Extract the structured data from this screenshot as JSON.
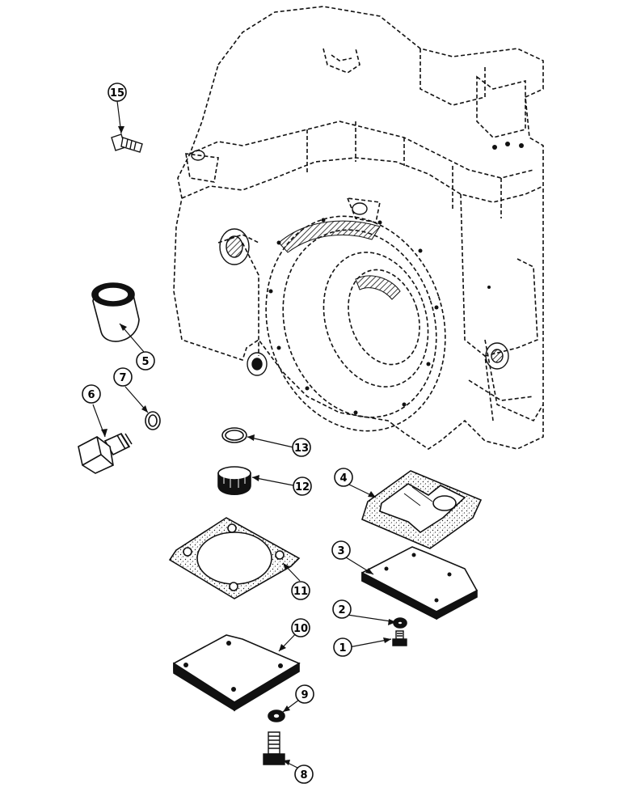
{
  "diagram": {
    "callouts": [
      {
        "id": "callout-1",
        "label": "1"
      },
      {
        "id": "callout-2",
        "label": "2"
      },
      {
        "id": "callout-3",
        "label": "3"
      },
      {
        "id": "callout-4",
        "label": "4"
      },
      {
        "id": "callout-5",
        "label": "5"
      },
      {
        "id": "callout-6",
        "label": "6"
      },
      {
        "id": "callout-7",
        "label": "7"
      },
      {
        "id": "callout-8",
        "label": "8"
      },
      {
        "id": "callout-9",
        "label": "9"
      },
      {
        "id": "callout-10",
        "label": "10"
      },
      {
        "id": "callout-11",
        "label": "11"
      },
      {
        "id": "callout-12",
        "label": "12"
      },
      {
        "id": "callout-13",
        "label": "13"
      },
      {
        "id": "callout-15",
        "label": "15"
      }
    ],
    "colors": {
      "ink": "#111111",
      "paper": "#ffffff",
      "gasket_fill": "#d9d9d9"
    }
  }
}
